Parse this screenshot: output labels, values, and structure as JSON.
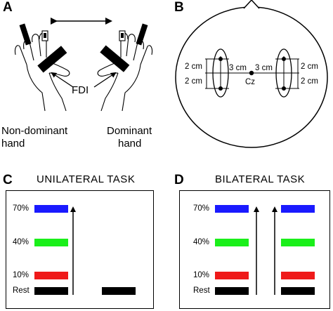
{
  "panels": {
    "a": {
      "letter": "A",
      "fdi_label": "FDI",
      "left_hand_label": [
        "Non-dominant",
        "hand"
      ],
      "right_hand_label": [
        "Dominant",
        "hand"
      ]
    },
    "b": {
      "letter": "B",
      "labels": {
        "left_upper": "2 cm",
        "left_lower": "2 cm",
        "left_inner": "3 cm",
        "right_inner": "3 cm",
        "right_upper": "2 cm",
        "right_lower": "2 cm",
        "center": "Cz"
      }
    },
    "c": {
      "letter": "C",
      "title": "UNILATERAL TASK",
      "levels": [
        {
          "label": "70%",
          "color": "#1a1aff"
        },
        {
          "label": "40%",
          "color": "#1aef1a"
        },
        {
          "label": "10%",
          "color": "#ef1a1a"
        },
        {
          "label": "Rest",
          "color": "#000000"
        }
      ]
    },
    "d": {
      "letter": "D",
      "title": "BILATERAL TASK",
      "levels": [
        {
          "label": "70%",
          "color": "#1a1aff"
        },
        {
          "label": "40%",
          "color": "#1aef1a"
        },
        {
          "label": "10%",
          "color": "#ef1a1a"
        },
        {
          "label": "Rest",
          "color": "#000000"
        }
      ]
    }
  }
}
